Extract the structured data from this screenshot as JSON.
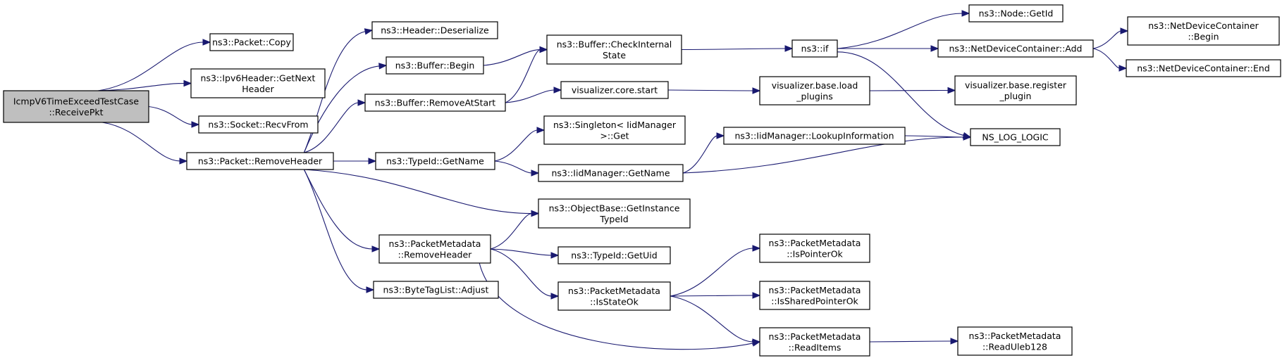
{
  "colors": {
    "edge": "#191970",
    "root_fill": "#bfbfbf",
    "node_fill": "#ffffff",
    "border": "#000000"
  },
  "nodes": [
    {
      "id": "root",
      "label": [
        "IcmpV6TimeExceedTestCase",
        "::ReceivePkt"
      ],
      "root": true
    },
    {
      "id": "pcopy",
      "label": [
        "ns3::Packet::Copy"
      ]
    },
    {
      "id": "ipv6",
      "label": [
        "ns3::Ipv6Header::GetNext",
        "Header"
      ]
    },
    {
      "id": "recv",
      "label": [
        "ns3::Socket::RecvFrom"
      ]
    },
    {
      "id": "prh",
      "label": [
        "ns3::Packet::RemoveHeader"
      ]
    },
    {
      "id": "hdes",
      "label": [
        "ns3::Header::Deserialize"
      ]
    },
    {
      "id": "bbeg",
      "label": [
        "ns3::Buffer::Begin"
      ]
    },
    {
      "id": "bras",
      "label": [
        "ns3::Buffer::RemoveAtStart"
      ]
    },
    {
      "id": "tgn",
      "label": [
        "ns3::TypeId::GetName"
      ]
    },
    {
      "id": "pmrh",
      "label": [
        "ns3::PacketMetadata",
        "::RemoveHeader"
      ]
    },
    {
      "id": "btla",
      "label": [
        "ns3::ByteTagList::Adjust"
      ]
    },
    {
      "id": "bcis",
      "label": [
        "ns3::Buffer::CheckInternal",
        "State"
      ]
    },
    {
      "id": "vcs",
      "label": [
        "visualizer.core.start"
      ]
    },
    {
      "id": "sing",
      "label": [
        "ns3::Singleton< IidManager",
        " >::Get"
      ]
    },
    {
      "id": "iidgn",
      "label": [
        "ns3::IidManager::GetName"
      ]
    },
    {
      "id": "obgit",
      "label": [
        "ns3::ObjectBase::GetInstance",
        "TypeId"
      ]
    },
    {
      "id": "tgu",
      "label": [
        "ns3::TypeId::GetUid"
      ]
    },
    {
      "id": "pmiso",
      "label": [
        "ns3::PacketMetadata",
        "::IsStateOk"
      ]
    },
    {
      "id": "nsif",
      "label": [
        "ns3::if"
      ]
    },
    {
      "id": "vblp",
      "label": [
        "visualizer.base.load",
        "_plugins"
      ]
    },
    {
      "id": "iidli",
      "label": [
        "ns3::IidManager::LookupInformation"
      ]
    },
    {
      "id": "pmipo",
      "label": [
        "ns3::PacketMetadata",
        "::IsPointerOk"
      ]
    },
    {
      "id": "pmispo",
      "label": [
        "ns3::PacketMetadata",
        "::IsSharedPointerOk"
      ]
    },
    {
      "id": "pmri",
      "label": [
        "ns3::PacketMetadata",
        "::ReadItems"
      ]
    },
    {
      "id": "nodegid",
      "label": [
        "ns3::Node::GetId"
      ]
    },
    {
      "id": "ndcadd",
      "label": [
        "ns3::NetDeviceContainer::Add"
      ]
    },
    {
      "id": "vbrp",
      "label": [
        "visualizer.base.register",
        "_plugin"
      ]
    },
    {
      "id": "nslog",
      "label": [
        "NS_LOG_LOGIC"
      ]
    },
    {
      "id": "pmru",
      "label": [
        "ns3::PacketMetadata",
        "::ReadUleb128"
      ]
    },
    {
      "id": "ndcbeg",
      "label": [
        "ns3::NetDeviceContainer",
        "::Begin"
      ]
    },
    {
      "id": "ndcend",
      "label": [
        "ns3::NetDeviceContainer::End"
      ]
    }
  ],
  "edges": [
    [
      "root",
      "pcopy"
    ],
    [
      "root",
      "ipv6"
    ],
    [
      "root",
      "recv"
    ],
    [
      "root",
      "prh"
    ],
    [
      "prh",
      "hdes"
    ],
    [
      "prh",
      "bbeg"
    ],
    [
      "prh",
      "bras"
    ],
    [
      "prh",
      "tgn"
    ],
    [
      "prh",
      "obgit"
    ],
    [
      "prh",
      "pmrh"
    ],
    [
      "prh",
      "btla"
    ],
    [
      "bbeg",
      "bcis"
    ],
    [
      "bras",
      "bcis"
    ],
    [
      "bras",
      "vcs"
    ],
    [
      "tgn",
      "sing"
    ],
    [
      "tgn",
      "iidgn"
    ],
    [
      "pmrh",
      "obgit"
    ],
    [
      "pmrh",
      "tgu"
    ],
    [
      "pmrh",
      "pmiso"
    ],
    [
      "pmrh",
      "pmri"
    ],
    [
      "bcis",
      "nsif"
    ],
    [
      "vcs",
      "vblp"
    ],
    [
      "iidgn",
      "iidli"
    ],
    [
      "iidgn",
      "nslog"
    ],
    [
      "pmiso",
      "pmipo"
    ],
    [
      "pmiso",
      "pmispo"
    ],
    [
      "pmiso",
      "pmri"
    ],
    [
      "nsif",
      "nodegid"
    ],
    [
      "nsif",
      "ndcadd"
    ],
    [
      "nsif",
      "nslog"
    ],
    [
      "vblp",
      "vbrp"
    ],
    [
      "iidli",
      "nslog"
    ],
    [
      "pmri",
      "pmru"
    ],
    [
      "ndcadd",
      "ndcbeg"
    ],
    [
      "ndcadd",
      "ndcend"
    ]
  ]
}
